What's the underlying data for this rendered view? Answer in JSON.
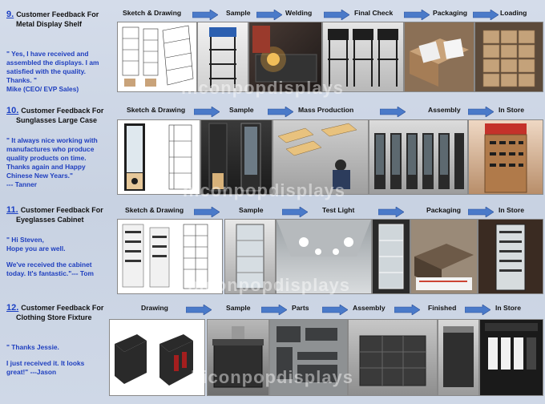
{
  "watermark": "hiconpopdisplays",
  "sections": [
    {
      "number": "9.",
      "title_line1": "Customer Feedback For",
      "title_line2": "Metal Display Shelf",
      "quote_lines": [
        "\" Yes, I have received and",
        "assembled the displays. I am",
        "satisfied with the quality.",
        "Thanks. \"",
        "Mike (CEO/ EVP Sales)"
      ],
      "steps": [
        "Sketch & Drawing",
        "Sample",
        "Welding",
        "Final Check",
        "Packaging",
        "Loading"
      ]
    },
    {
      "number": "10.",
      "title_line1": "Customer Feedback For",
      "title_line2": "Sunglasses Large Case",
      "quote_lines": [
        "\" It always nice working with",
        "manufactures who produce",
        "quality products on time.",
        "Thanks again and Happy",
        "Chinese New Years.\"",
        "--- Tanner"
      ],
      "steps": [
        "Sketch & Drawing",
        "Sample",
        "Mass  Production",
        "Assembly",
        "In Store"
      ]
    },
    {
      "number": "11.",
      "title_line1": "Customer Feedback For",
      "title_line2": "Eyeglasses Cabinet",
      "quote_lines": [
        "\" Hi Steven,",
        "Hope you are well.",
        "",
        "We've received the cabinet",
        "today. It's fantastic.\"--- Tom"
      ],
      "steps": [
        "Sketch & Drawing",
        "Sample",
        "Test Light",
        "Packaging",
        "In Store"
      ]
    },
    {
      "number": "12.",
      "title_line1": "Customer Feedback For",
      "title_line2": "Clothing Store Fixture",
      "quote_lines": [
        "\" Thanks Jessie.",
        "",
        "I just received it. It looks",
        "great!\" ---Jason"
      ],
      "steps": [
        "Drawing",
        "Sample",
        "Parts",
        "Assembly",
        "Finished",
        "In Store"
      ]
    }
  ],
  "colors": {
    "arrow": "#4a7ac9",
    "number": "#1a3fc4",
    "quote": "#1f3fbf"
  }
}
